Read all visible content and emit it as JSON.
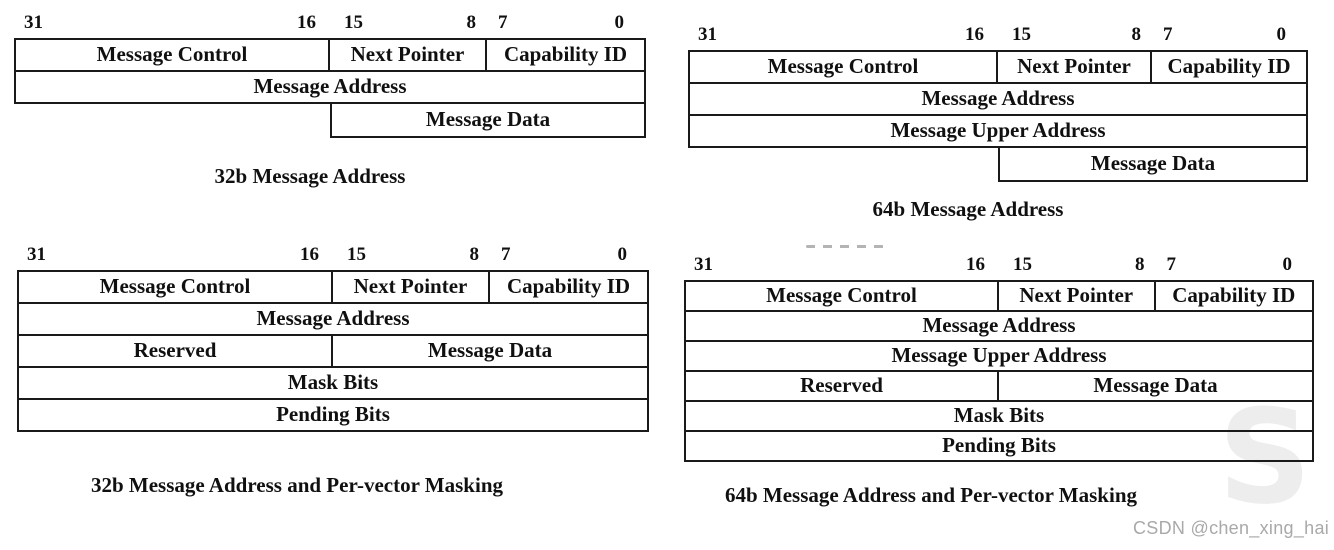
{
  "page": {
    "background": "#ffffff",
    "line_color": "#1a1a1a",
    "text_color": "#101010"
  },
  "bit_labels": [
    "31",
    "16",
    "15",
    "8",
    "7",
    "0"
  ],
  "diagrams": [
    {
      "caption": "32b Message Address",
      "rows": [
        {
          "layout": "header",
          "cells": [
            "Message Control",
            "Next Pointer",
            "Capability ID"
          ]
        },
        {
          "layout": "full",
          "cells": [
            "Message Address"
          ]
        },
        {
          "layout": "half-right",
          "cells": [
            "Message Data"
          ]
        }
      ]
    },
    {
      "caption": "64b Message Address",
      "rows": [
        {
          "layout": "header",
          "cells": [
            "Message Control",
            "Next Pointer",
            "Capability ID"
          ]
        },
        {
          "layout": "full",
          "cells": [
            "Message Address"
          ]
        },
        {
          "layout": "full",
          "cells": [
            "Message Upper Address"
          ]
        },
        {
          "layout": "half-right",
          "cells": [
            "Message Data"
          ]
        }
      ]
    },
    {
      "caption": "32b Message Address and Per-vector Masking",
      "rows": [
        {
          "layout": "header",
          "cells": [
            "Message Control",
            "Next Pointer",
            "Capability ID"
          ]
        },
        {
          "layout": "full",
          "cells": [
            "Message Address"
          ]
        },
        {
          "layout": "split",
          "cells": [
            "Reserved",
            "Message Data"
          ]
        },
        {
          "layout": "full",
          "cells": [
            "Mask Bits"
          ]
        },
        {
          "layout": "full",
          "cells": [
            "Pending Bits"
          ]
        }
      ]
    },
    {
      "caption": "64b Message Address and Per-vector Masking",
      "rows": [
        {
          "layout": "header",
          "cells": [
            "Message Control",
            "Next Pointer",
            "Capability ID"
          ]
        },
        {
          "layout": "full",
          "cells": [
            "Message Address"
          ]
        },
        {
          "layout": "full",
          "cells": [
            "Message Upper Address"
          ]
        },
        {
          "layout": "split",
          "cells": [
            "Reserved",
            "Message Data"
          ]
        },
        {
          "layout": "full",
          "cells": [
            "Mask Bits"
          ]
        },
        {
          "layout": "full",
          "cells": [
            "Pending Bits"
          ]
        }
      ]
    }
  ],
  "watermark": {
    "text": "CSDN @chen_xing_hai",
    "color": "#a9a9a9"
  },
  "background_logo": {
    "glyph": "S",
    "color": "#ededed"
  }
}
